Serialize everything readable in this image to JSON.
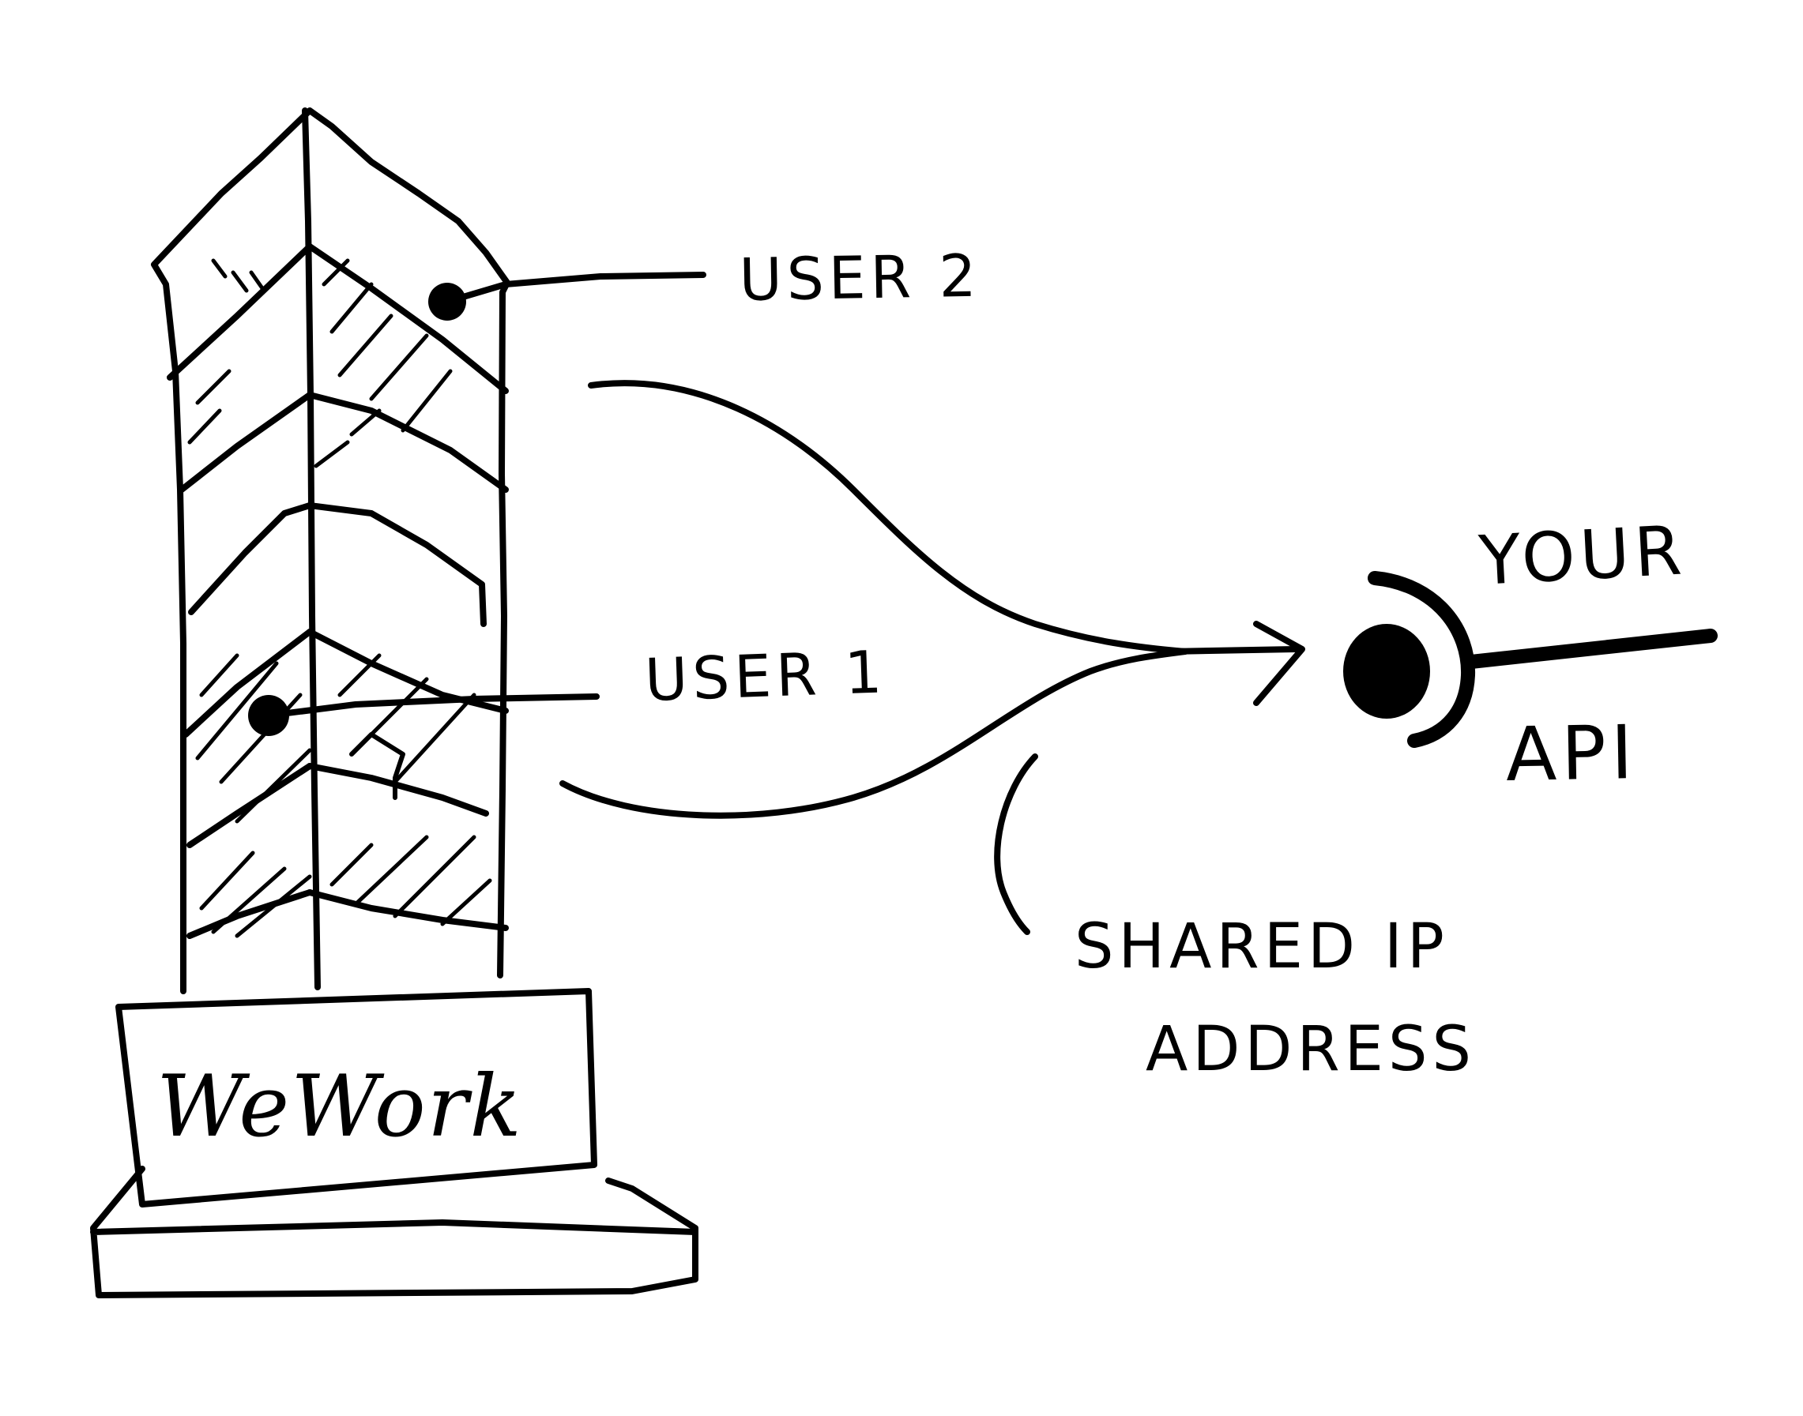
{
  "building": {
    "sign": "WeWork"
  },
  "users": [
    {
      "label": "USER 2"
    },
    {
      "label": "USER 1"
    }
  ],
  "api": {
    "line1": "YOUR",
    "line2": "API"
  },
  "connection": {
    "line1": "SHARED IP",
    "line2": "ADDRESS"
  }
}
